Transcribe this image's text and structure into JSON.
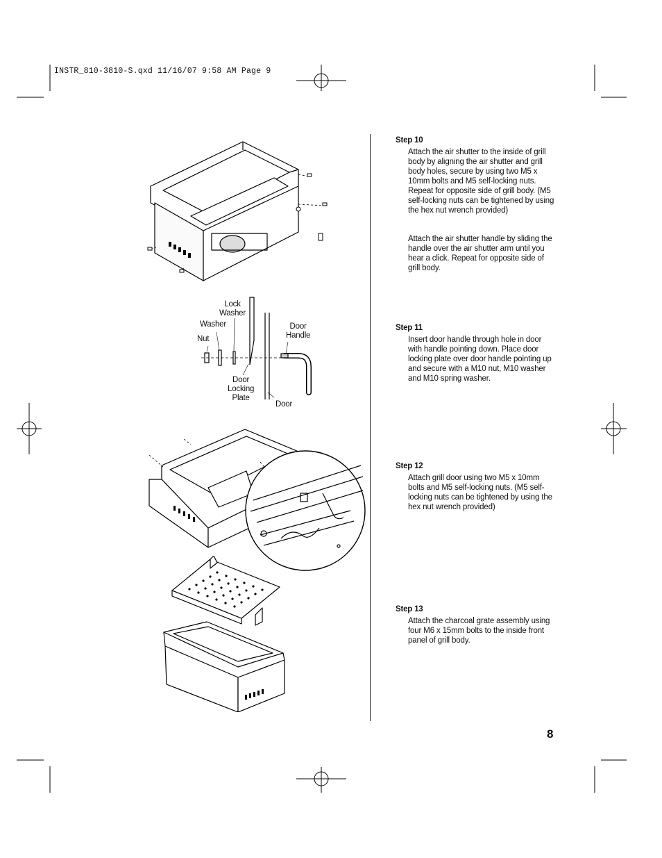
{
  "slug_line": "INSTR_810-3810-S.qxd  11/16/07  9:58 AM  Page 9",
  "page_number": "8",
  "steps": [
    {
      "title": "Step 10",
      "paragraphs": [
        "Attach the air shutter to the inside of grill body by aligning the air shutter and grill body holes, secure by using two M5 x 10mm bolts and M5 self-locking nuts. Repeat for opposite side of grill body. (M5 self-locking nuts can be tightened by using the hex nut wrench provided)",
        "Attach the air shutter handle by sliding the handle over the air shutter arm until you hear a click. Repeat for opposite side of grill body."
      ]
    },
    {
      "title": "Step 11",
      "paragraphs": [
        "Insert door handle through hole in door with handle pointing down. Place door locking plate over door handle pointing up and secure with a M10 nut, M10 washer and M10 spring washer."
      ]
    },
    {
      "title": "Step 12",
      "paragraphs": [
        "Attach grill door using two M5 x 10mm bolts and M5 self-locking nuts. (M5 self-locking nuts can be tightened by using the hex nut wrench provided)"
      ]
    },
    {
      "title": "Step 13",
      "paragraphs": [
        "Attach the charcoal grate assembly using four M6 x 15mm bolts to the inside front panel of grill body."
      ]
    }
  ],
  "door_diagram_labels": {
    "lock_washer": "Lock\nWasher",
    "washer": "Washer",
    "nut": "Nut",
    "door_handle": "Door\nHandle",
    "door_locking_plate": "Door\nLocking\nPlate",
    "door": "Door"
  }
}
